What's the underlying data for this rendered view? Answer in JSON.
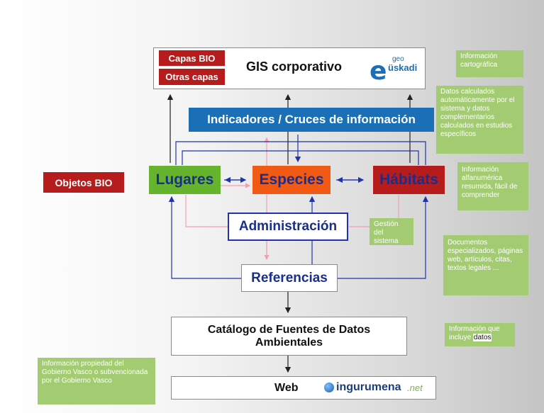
{
  "gis": {
    "capas_bio": "Capas BIO",
    "otras_capas": "Otras capas",
    "title": "GIS corporativo",
    "logo_e": "e",
    "logo_geo": "geo",
    "logo_uskadi": "üskadi"
  },
  "indicadores": "Indicadores / Cruces de información",
  "objetos_bio": "Objetos BIO",
  "nodes": {
    "lugares": "Lugares",
    "especies": "Especies",
    "habitats": "Hábitats",
    "administracion": "Administración",
    "referencias": "Referencias"
  },
  "catalogo": "Catálogo de Fuentes de Datos Ambientales",
  "web": {
    "label": "Web",
    "logo_text": "ingurumena",
    "logo_suffix": ".net"
  },
  "notes": {
    "cartografica": "Información cartográfica",
    "calculados": "Datos calculados automáticamente por el sistema y datos complementarios calculados en estudios específicos",
    "alfanumerica": "Información alfanumérica resumida, fácil de comprender",
    "gestion": "Gestión del sistema",
    "documentos": "Documentos especializados, páginas web, artículos, citas, textos legales ...",
    "incluye_prefix": "Información que incluye",
    "incluye_datos": "datos",
    "propiedad": "Información propiedad del Gobierno Vasco o subvencionada por el Gobierno Vasco"
  },
  "colors": {
    "red": "#b71c1c",
    "blue_bar": "#1a6fb6",
    "green_node": "#66b32e",
    "orange_node": "#f05a14",
    "note_green": "#a3cc72",
    "connector_blue": "#2233aa",
    "connector_pink": "#f2a0b0"
  }
}
